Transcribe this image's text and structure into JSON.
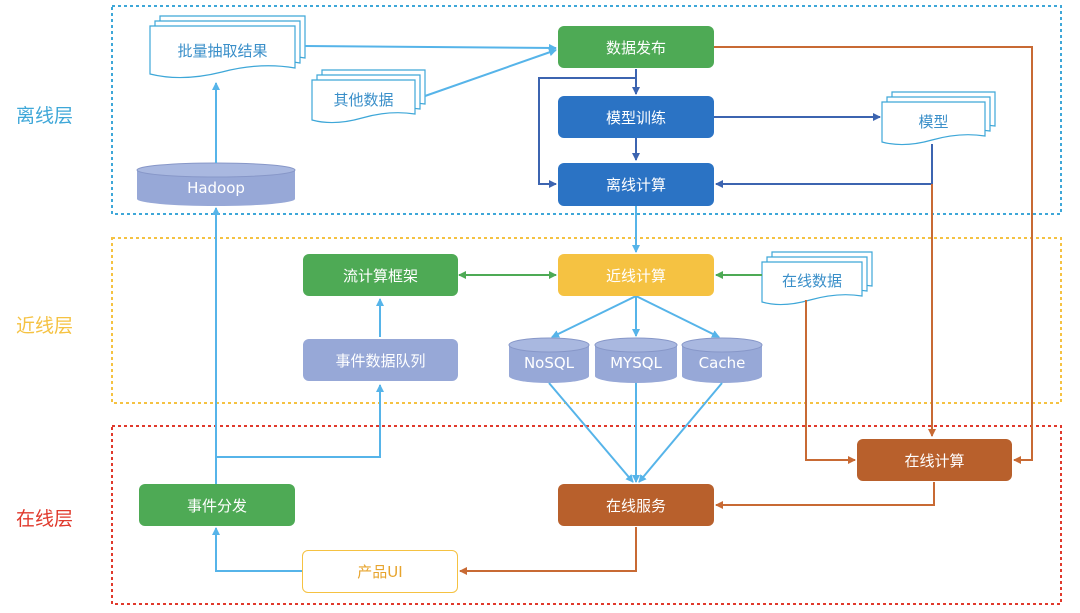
{
  "layers": {
    "offline": "离线层",
    "nearline": "近线层",
    "online": "在线层"
  },
  "nodes": {
    "batch_results": "批量抽取结果",
    "other_data": "其他数据",
    "hadoop": "Hadoop",
    "data_publish": "数据发布",
    "model_training": "模型训练",
    "offline_compute": "离线计算",
    "model": "模型",
    "stream_framework": "流计算框架",
    "nearline_compute": "近线计算",
    "online_data": "在线数据",
    "event_queue": "事件数据队列",
    "nosql": "NoSQL",
    "mysql": "MYSQL",
    "cache": "Cache",
    "event_dispatch": "事件分发",
    "online_service": "在线服务",
    "online_compute": "在线计算",
    "product_ui": "产品UI"
  },
  "colors": {
    "offline_layer": "#3ea7d8",
    "nearline_layer": "#f5c242",
    "online_layer": "#e0392c",
    "arrow_blue": "#56b4e9",
    "arrow_dark_blue": "#3c64b0",
    "arrow_green": "#4eaa55",
    "arrow_brown": "#c86a34"
  }
}
